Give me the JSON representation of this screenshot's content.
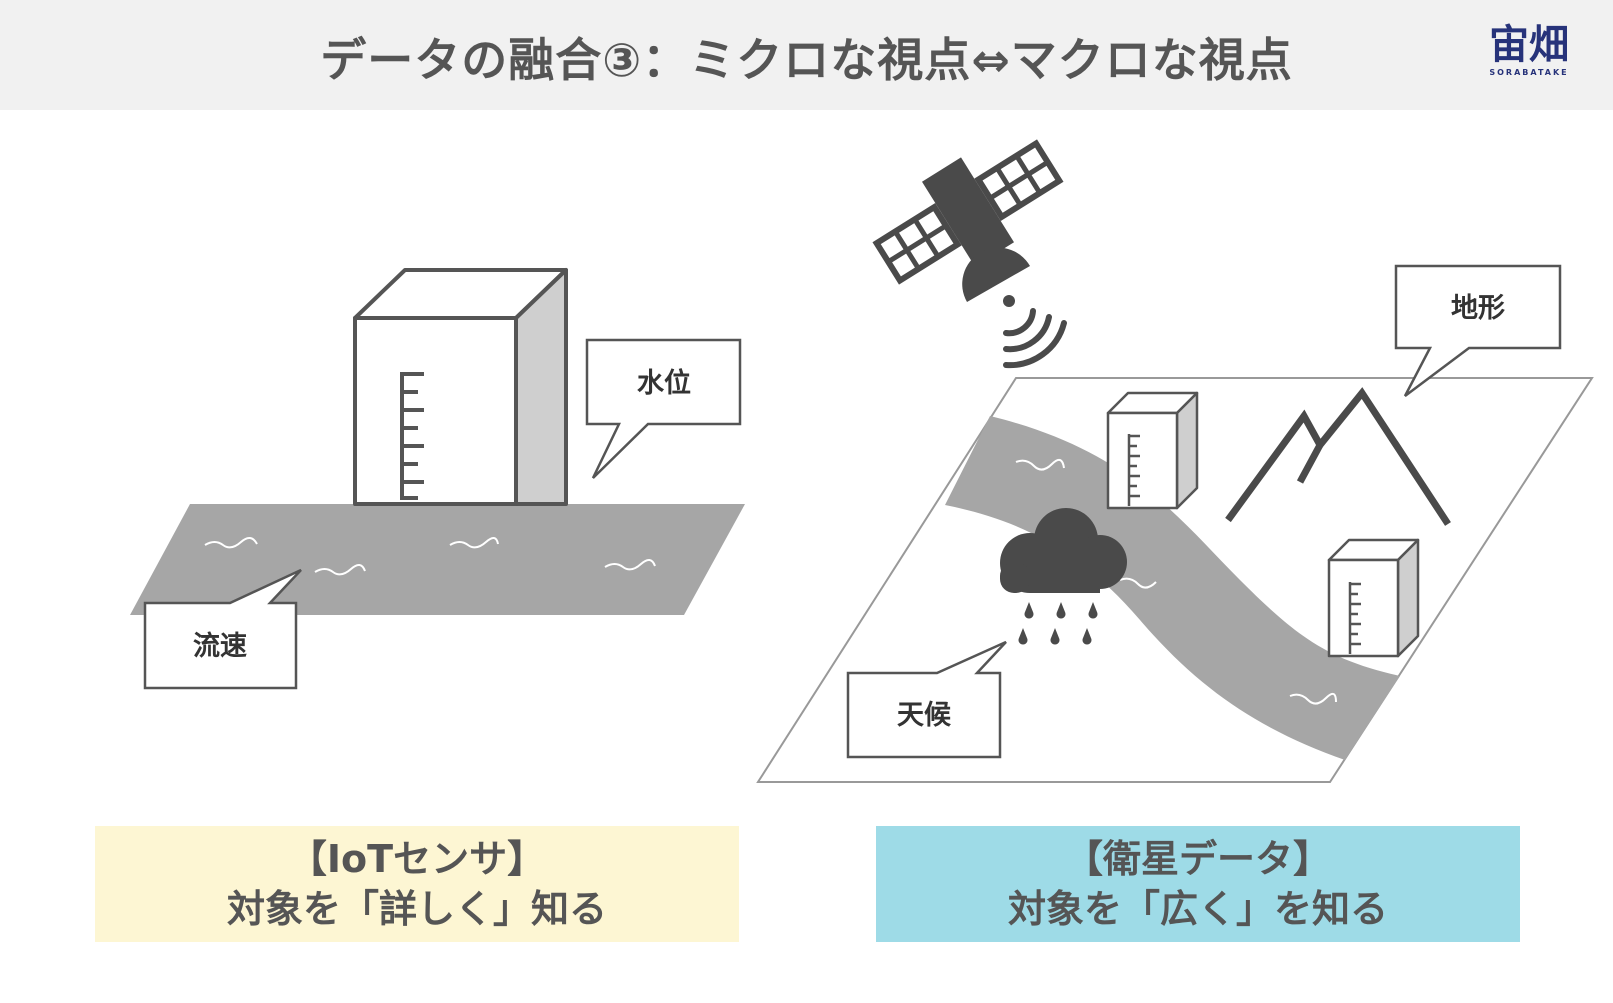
{
  "header": {
    "title": "データの融合③：ミクロな視点⇔マクロな視点",
    "logo_mark": "宙畑",
    "logo_sub": "SORABATAKE"
  },
  "left_panel": {
    "callout_water_level": "水位",
    "callout_flow_speed": "流速",
    "box_line1": "【IoTセンサ】",
    "box_line2": "対象を「詳しく」知る"
  },
  "right_panel": {
    "callout_terrain": "地形",
    "callout_weather": "天候",
    "box_line1": "【衛星データ】",
    "box_line2": "対象を「広く」を知る"
  },
  "colors": {
    "header_bg": "#f1f1f1",
    "title": "#555555",
    "left_box": "#fdf6d3",
    "right_box": "#9edbe7",
    "river": "#a6a6a6",
    "dark_shape": "#4a4a4a"
  }
}
